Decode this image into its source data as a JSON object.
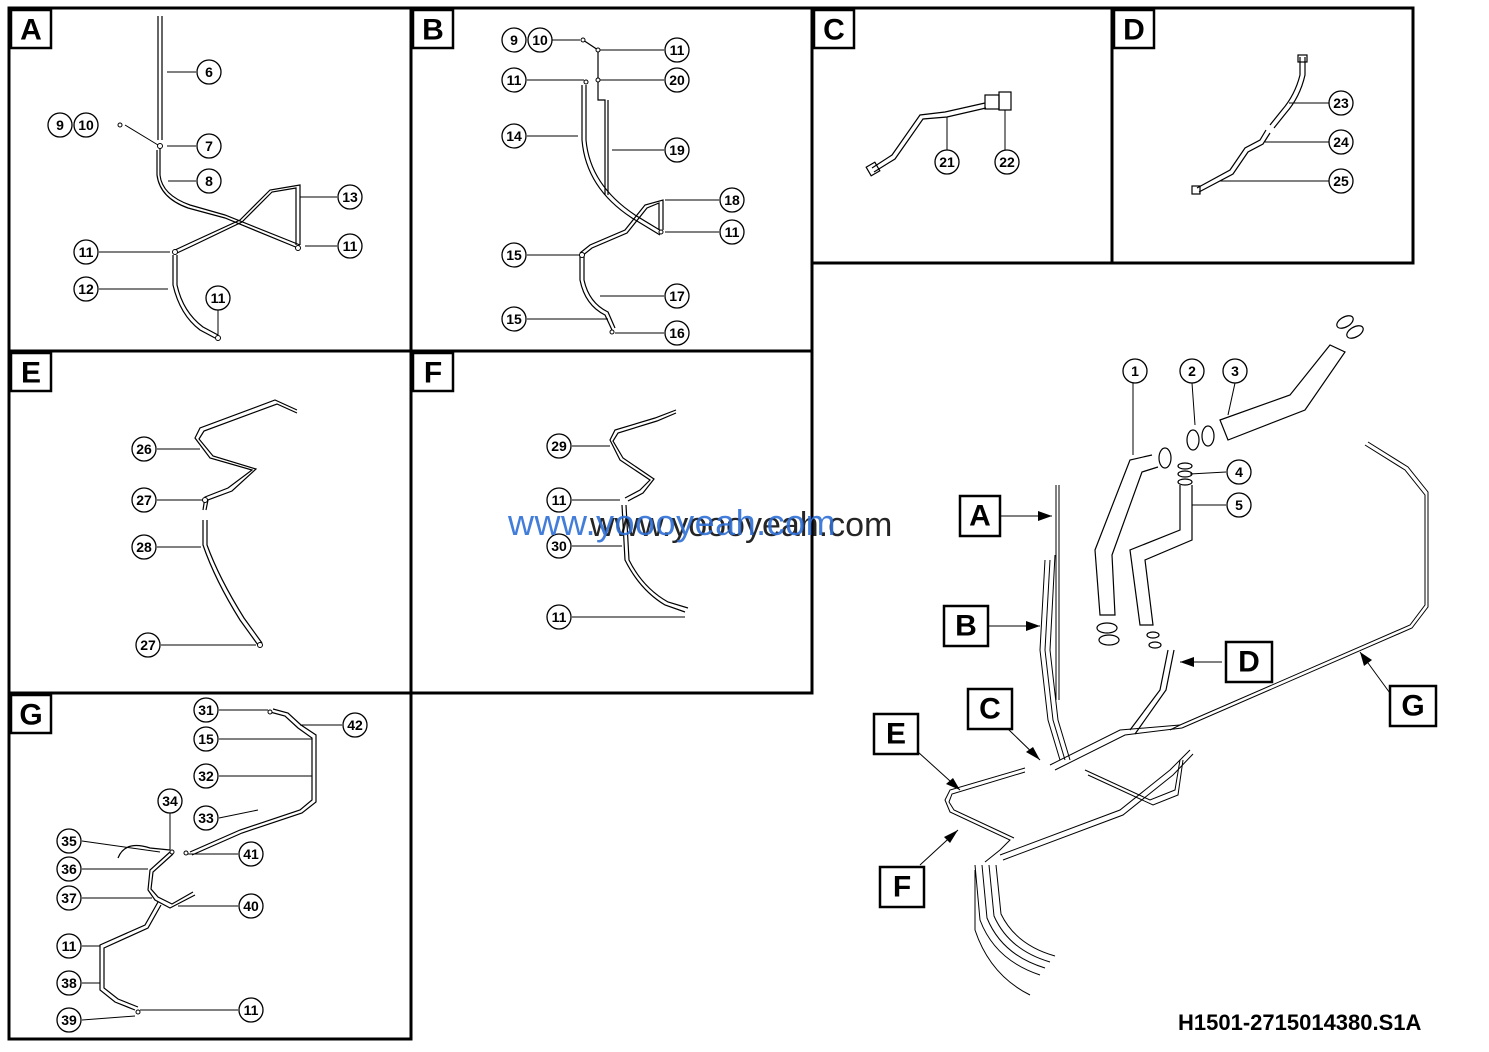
{
  "panels": {
    "A": {
      "letter": "A",
      "callouts": [
        "6",
        "9",
        "10",
        "7",
        "8",
        "13",
        "11",
        "11",
        "12",
        "11"
      ]
    },
    "B": {
      "letter": "B",
      "callouts": [
        "9",
        "10",
        "11",
        "11",
        "20",
        "14",
        "19",
        "18",
        "11",
        "15",
        "17",
        "15",
        "16"
      ]
    },
    "C": {
      "letter": "C",
      "callouts": [
        "21",
        "22"
      ]
    },
    "D": {
      "letter": "D",
      "callouts": [
        "23",
        "24",
        "25"
      ]
    },
    "E": {
      "letter": "E",
      "callouts": [
        "26",
        "27",
        "28",
        "27"
      ]
    },
    "F": {
      "letter": "F",
      "callouts": [
        "29",
        "11",
        "30",
        "11"
      ]
    },
    "G": {
      "letter": "G",
      "callouts": [
        "31",
        "42",
        "15",
        "32",
        "34",
        "33",
        "35",
        "41",
        "36",
        "37",
        "40",
        "11",
        "38",
        "39",
        "11"
      ]
    }
  },
  "overview": {
    "callouts": [
      "1",
      "2",
      "3",
      "4",
      "5"
    ],
    "group_labels": [
      "A",
      "B",
      "C",
      "D",
      "E",
      "F",
      "G"
    ]
  },
  "watermark": {
    "blue": "www.yoooyeah.com",
    "black": "www.yoooyeah.com"
  },
  "drawing_code": "H1501-2715014380.S1A"
}
